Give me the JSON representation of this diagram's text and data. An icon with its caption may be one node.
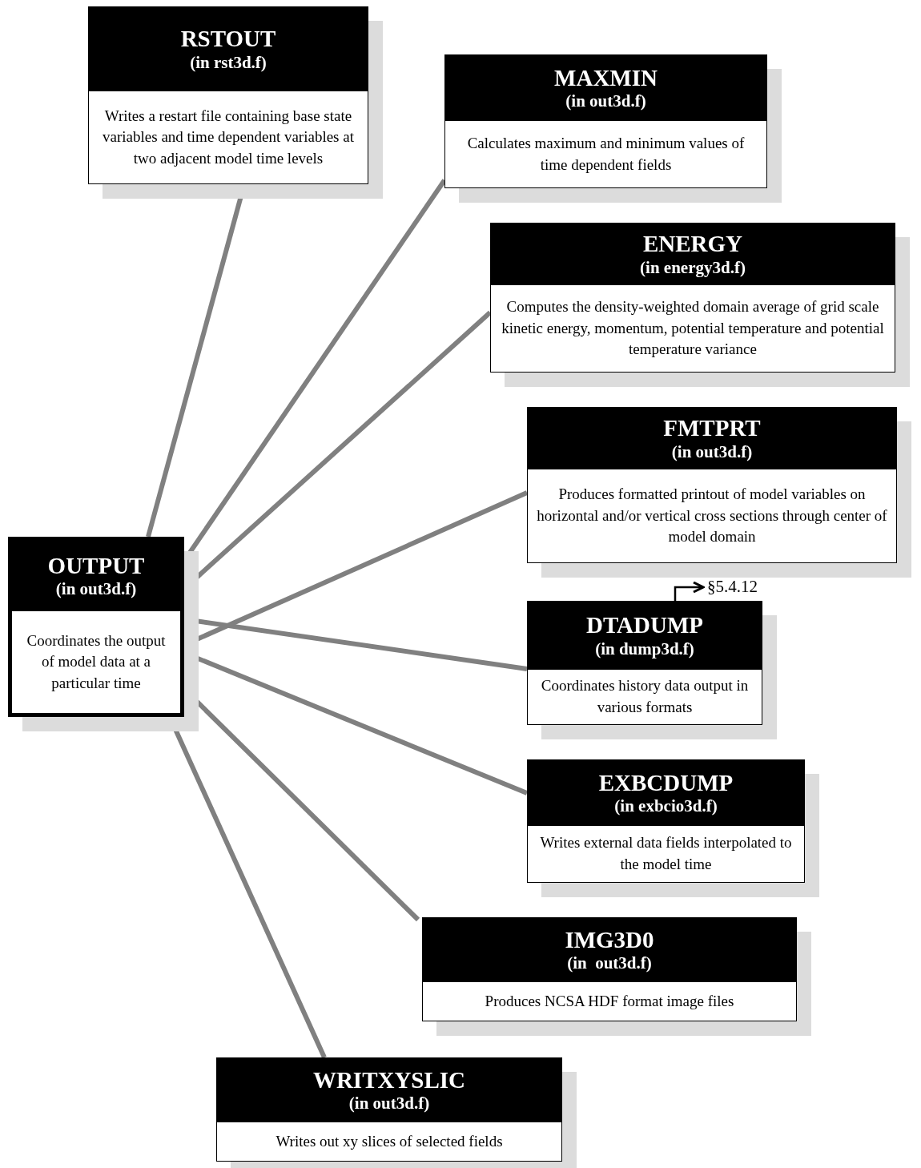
{
  "diagram": {
    "nodes": [
      {
        "text": [
          "OUTPUT",
          "(in out3d.f)",
          "Coordinates the output of model data at a particular time"
        ]
      },
      {
        "text": [
          "RSTOUT",
          "(in rst3d.f)",
          "Writes a restart file containing base state variables and time dependent variables at two adjacent model time levels"
        ]
      },
      {
        "text": [
          "MAXMIN",
          "(in out3d.f)",
          "Calculates maximum and minimum values of time dependent fields"
        ]
      },
      {
        "text": [
          "ENERGY",
          "(in energy3d.f)",
          "Computes the density-weighted domain average of grid scale kinetic energy, momentum, potential temperature and potential temperature variance"
        ]
      },
      {
        "text": [
          "FMTPRT",
          "(in out3d.f)",
          "Produces formatted printout of model variables on horizontal and/or vertical cross sections through center of model domain"
        ]
      },
      {
        "text": [
          "DTADUMP",
          "(in dump3d.f)",
          "Coordinates history data output in various formats"
        ]
      },
      {
        "text": [
          "EXBCDUMP",
          "(in exbcio3d.f)",
          "Writes external data fields interpolated to the model time"
        ]
      },
      {
        "text": [
          "IMG3D0",
          "(in  out3d.f)",
          "Produces NCSA HDF format image files"
        ]
      },
      {
        "text": [
          "WRITXYSLIC",
          "(in out3d.f)",
          "Writes out xy slices of selected fields"
        ]
      },
      {
        "text": [
          "§5.4.12"
        ]
      }
    ],
    "edges": [
      {
        "from": 0,
        "to": 1,
        "arrow": "none"
      },
      {
        "from": 0,
        "to": 2,
        "arrow": "none"
      },
      {
        "from": 0,
        "to": 3,
        "arrow": "none"
      },
      {
        "from": 0,
        "to": 4,
        "arrow": "none"
      },
      {
        "from": 0,
        "to": 5,
        "arrow": "none"
      },
      {
        "from": 0,
        "to": 6,
        "arrow": "none"
      },
      {
        "from": 0,
        "to": 7,
        "arrow": "none"
      },
      {
        "from": 0,
        "to": 8,
        "arrow": "none"
      },
      {
        "from": 5,
        "to": 9,
        "arrow": "to",
        "color": "#000000"
      }
    ]
  }
}
